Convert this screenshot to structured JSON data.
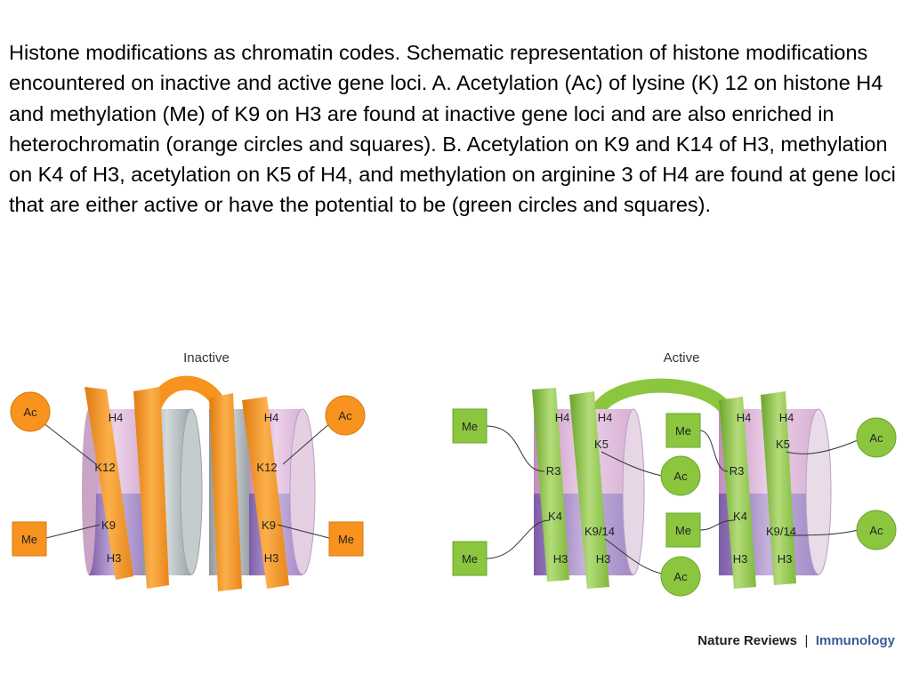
{
  "caption": "Histone modifications as chromatin codes. Schematic representation of histone modifications encountered on inactive and active gene loci.  A.  Acetylation (Ac) of lysine (K) 12 on histone H4 and  methylation (Me) of K9 on H3 are found at inactive gene loci and are also enriched in heterochromatin (orange circles and squares). B.  Acetylation on K9 and K14 of H3, methylation on K4 of H3, acetylation on K5 of H4, and methylation on arginine 3 of H4 are found at gene loci that are either active or have the potential to be (green circles and squares).",
  "inactive": {
    "title": "Inactive",
    "h4": "H4",
    "h3": "H3",
    "k12": "K12",
    "k9": "K9",
    "ac": "Ac",
    "me": "Me"
  },
  "active": {
    "title": "Active",
    "h4": "H4",
    "h3": "H3",
    "k5": "K5",
    "r3": "R3",
    "k4": "K4",
    "k9_14": "K9/14",
    "ac": "Ac",
    "me": "Me"
  },
  "credit": {
    "journal": "Nature Reviews",
    "separator": "|",
    "section": "Immunology"
  },
  "colors": {
    "orange": "#f7931e",
    "orange_dark": "#e07a10",
    "green": "#8cc63f",
    "green_dark": "#6aa52c",
    "h4_pink": "#d9a6d3",
    "h3_purple": "#9b7cc0",
    "core_grey": "#b8bfc2"
  }
}
